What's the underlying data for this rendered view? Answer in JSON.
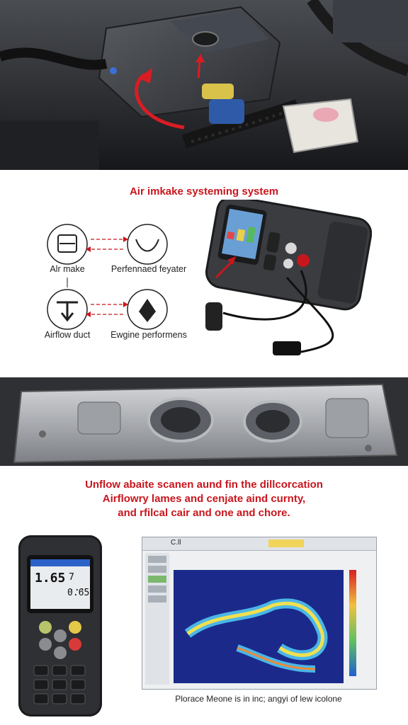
{
  "diagram": {
    "title": "Air imkake systeming system",
    "nodes": [
      {
        "id": "air-intake",
        "label": "Alr make"
      },
      {
        "id": "performance",
        "label": "Perfennaed feyater"
      },
      {
        "id": "airflow-duct",
        "label": "Airflow duct"
      },
      {
        "id": "engine-performance",
        "label": "Ewgine performens"
      }
    ]
  },
  "caption_block": {
    "line1": "Unflow abaite scanen aund fin the dillcorcation",
    "line2": "Airflowry lames and cenjate aind curnty,",
    "line3": "and rfilcal cair and one and chore."
  },
  "scanner_screen": {
    "reading_main": "1.65",
    "reading_side": "7 ...",
    "reading_sub": "0.65"
  },
  "software": {
    "window_title": "C.ll",
    "caption": "Plorace Meone is in inc; angyi of lew icolone"
  },
  "colors": {
    "accent_red": "#c8161d",
    "scanner_body": "#3a3c40",
    "heatmap_bg": "#1b2a8a"
  }
}
